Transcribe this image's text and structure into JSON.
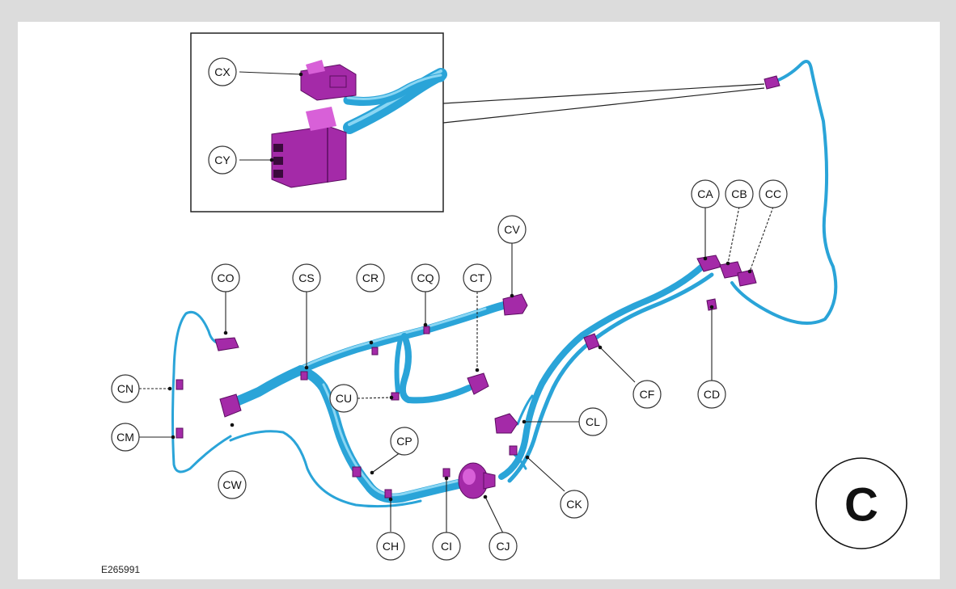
{
  "figure_id": "E265991",
  "view_letter": "C",
  "callouts": {
    "CX": "CX",
    "CY": "CY",
    "CA": "CA",
    "CB": "CB",
    "CC": "CC",
    "CD": "CD",
    "CV": "CV",
    "CO": "CO",
    "CS": "CS",
    "CR": "CR",
    "CQ": "CQ",
    "CT": "CT",
    "CN": "CN",
    "CM": "CM",
    "CU": "CU",
    "CF": "CF",
    "CL": "CL",
    "CP": "CP",
    "CW": "CW",
    "CK": "CK",
    "CH": "CH",
    "CI": "CI",
    "CJ": "CJ"
  },
  "colors": {
    "wire": "#2aa4d8",
    "connector": "#a42aa8",
    "background": "#dcdcdc",
    "panel": "#ffffff"
  }
}
